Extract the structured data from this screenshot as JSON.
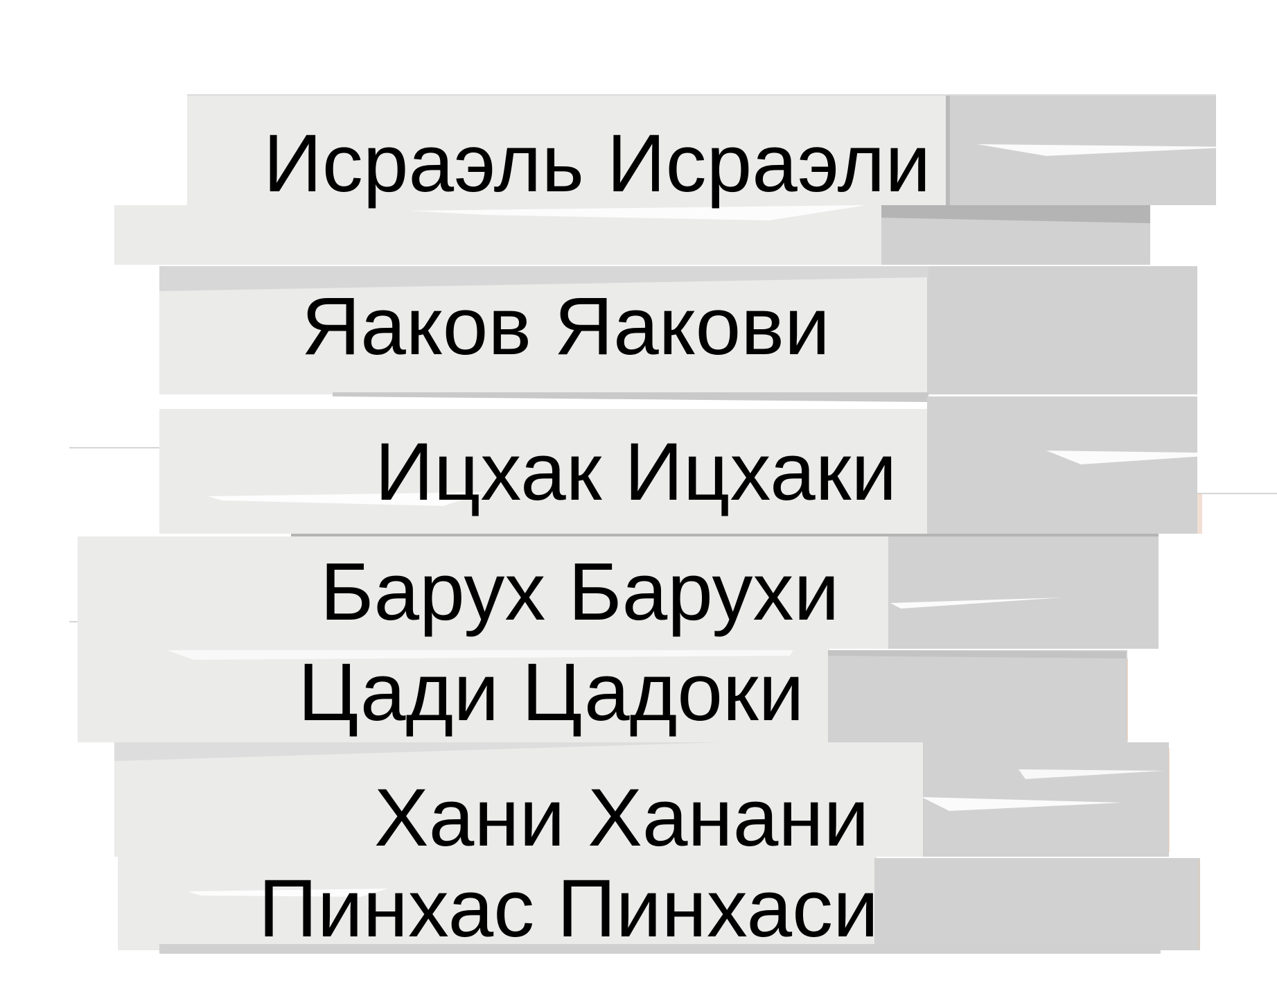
{
  "colors": {
    "background": "#ffffff",
    "block_face": "#ebebea",
    "block_side": "#d0d1d0",
    "block_shadow": "#b3b4b3",
    "highlight": "#ffffff",
    "text": "#000000"
  },
  "names": [
    "Исраэль Исраэли",
    "Яаков Яакови",
    "Ицхак Ицхаки",
    "Барух Барухи",
    "Цади Цадоки",
    "Хани Ханани",
    "Пинхас Пинхаси"
  ]
}
